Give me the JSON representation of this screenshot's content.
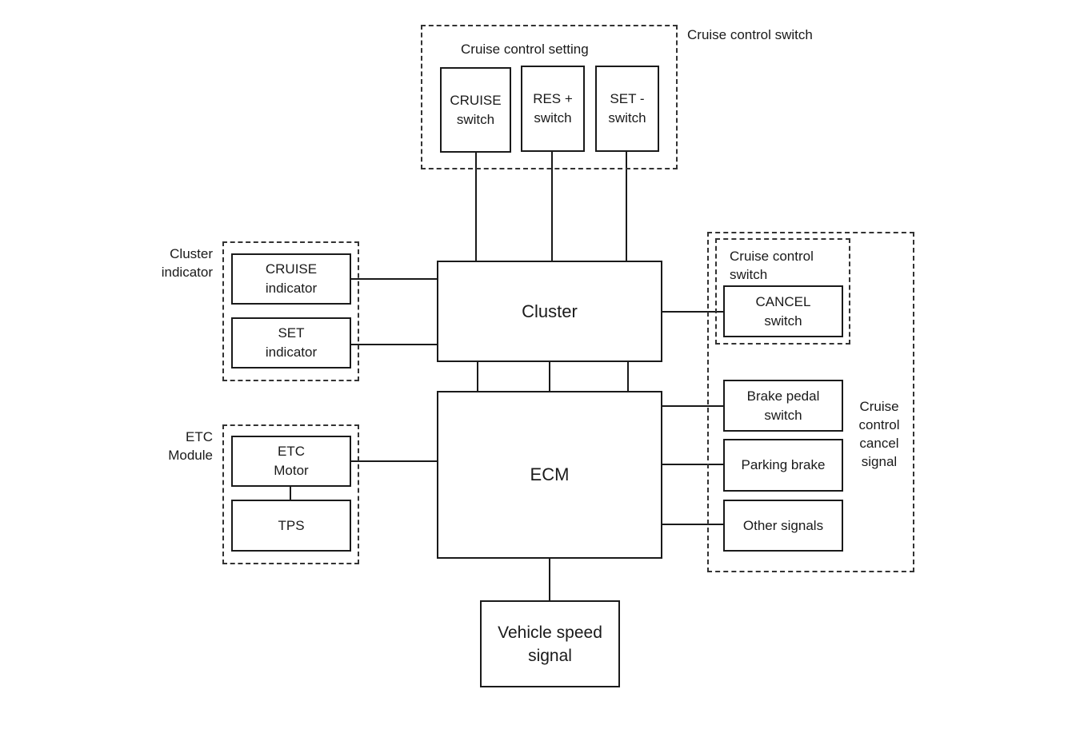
{
  "groups": {
    "cruise_control_switch_top": "Cruise control switch",
    "cruise_control_setting": "Cruise control setting",
    "cluster_indicator": [
      "Cluster",
      "indicator"
    ],
    "etc_module": [
      "ETC",
      "Module"
    ],
    "cruise_control_switch_inner": [
      "Cruise control",
      "switch"
    ],
    "cruise_control_cancel_signal": [
      "Cruise",
      "control",
      "cancel",
      "signal"
    ]
  },
  "nodes": {
    "cruise_switch": [
      "CRUISE",
      "switch"
    ],
    "res_switch": [
      "RES +",
      "switch"
    ],
    "set_switch": [
      "SET -",
      "switch"
    ],
    "cruise_indicator": [
      "CRUISE",
      "indicator"
    ],
    "set_indicator": [
      "SET",
      "indicator"
    ],
    "cluster": "Cluster",
    "cancel_switch": [
      "CANCEL",
      "switch"
    ],
    "ecm": "ECM",
    "etc_motor": [
      "ETC",
      "Motor"
    ],
    "tps": "TPS",
    "brake_pedal_switch": [
      "Brake pedal",
      "switch"
    ],
    "parking_brake": "Parking brake",
    "other_signals": "Other signals",
    "vehicle_speed_signal": [
      "Vehicle speed",
      "signal"
    ]
  },
  "connections": [
    [
      "cruise_switch",
      "cluster"
    ],
    [
      "res_switch",
      "cluster"
    ],
    [
      "set_switch",
      "cluster"
    ],
    [
      "cruise_indicator",
      "cluster"
    ],
    [
      "set_indicator",
      "cluster"
    ],
    [
      "cluster",
      "cancel_switch"
    ],
    [
      "cluster",
      "ecm"
    ],
    [
      "etc_motor",
      "ecm"
    ],
    [
      "etc_motor",
      "tps"
    ],
    [
      "ecm",
      "brake_pedal_switch"
    ],
    [
      "ecm",
      "parking_brake"
    ],
    [
      "ecm",
      "other_signals"
    ],
    [
      "ecm",
      "vehicle_speed_signal"
    ]
  ]
}
